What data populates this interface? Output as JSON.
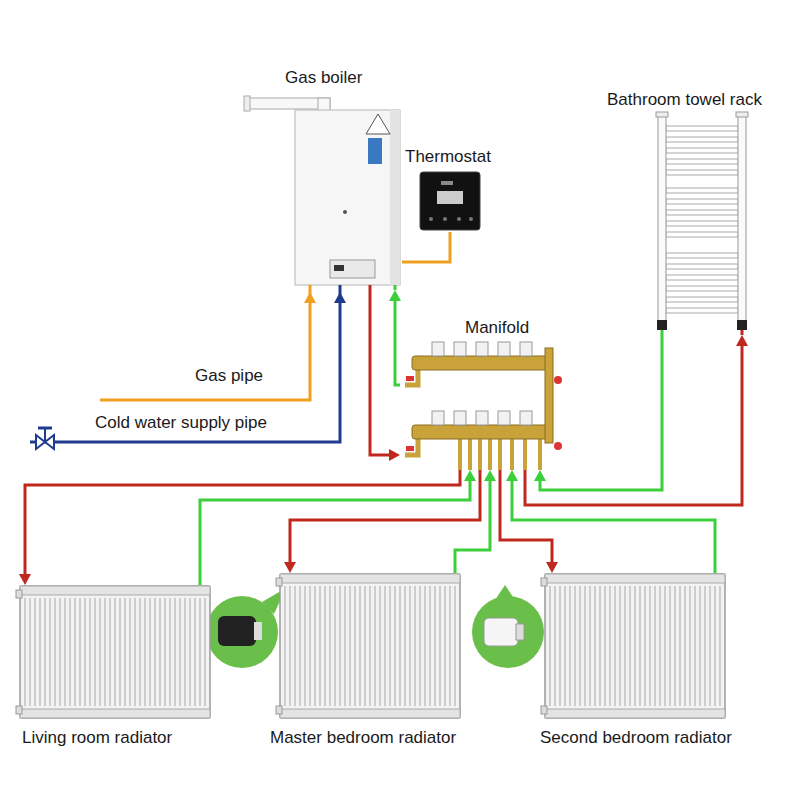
{
  "diagram": {
    "nodes": [
      {
        "text": [
          "Gas boiler"
        ]
      },
      {
        "text": [
          "Thermostat"
        ]
      },
      {
        "text": [
          "Bathroom towel rack"
        ]
      },
      {
        "text": [
          "Manifold"
        ]
      },
      {
        "text": [
          "Living room radiator"
        ]
      },
      {
        "text": [
          "Master bedroom radiator"
        ]
      },
      {
        "text": [
          "Second bedroom radiator"
        ]
      }
    ],
    "edges": [
      {
        "from": 0,
        "to": 3,
        "arrow": "to"
      },
      {
        "from": 3,
        "to": 0,
        "arrow": "to"
      },
      {
        "from": 1,
        "to": 0,
        "arrow": "none"
      },
      {
        "from": 3,
        "to": 2,
        "arrow": "to"
      },
      {
        "from": 2,
        "to": 3,
        "arrow": "to"
      },
      {
        "from": 3,
        "to": 4,
        "arrow": "to"
      },
      {
        "from": 4,
        "to": 3,
        "arrow": "to"
      },
      {
        "from": 3,
        "to": 5,
        "arrow": "to"
      },
      {
        "from": 5,
        "to": 3,
        "arrow": "to"
      },
      {
        "from": 3,
        "to": 6,
        "arrow": "to"
      },
      {
        "from": 6,
        "to": 3,
        "arrow": "to"
      }
    ],
    "labels": [
      "Gas pipe",
      "Cold water supply pipe"
    ]
  }
}
